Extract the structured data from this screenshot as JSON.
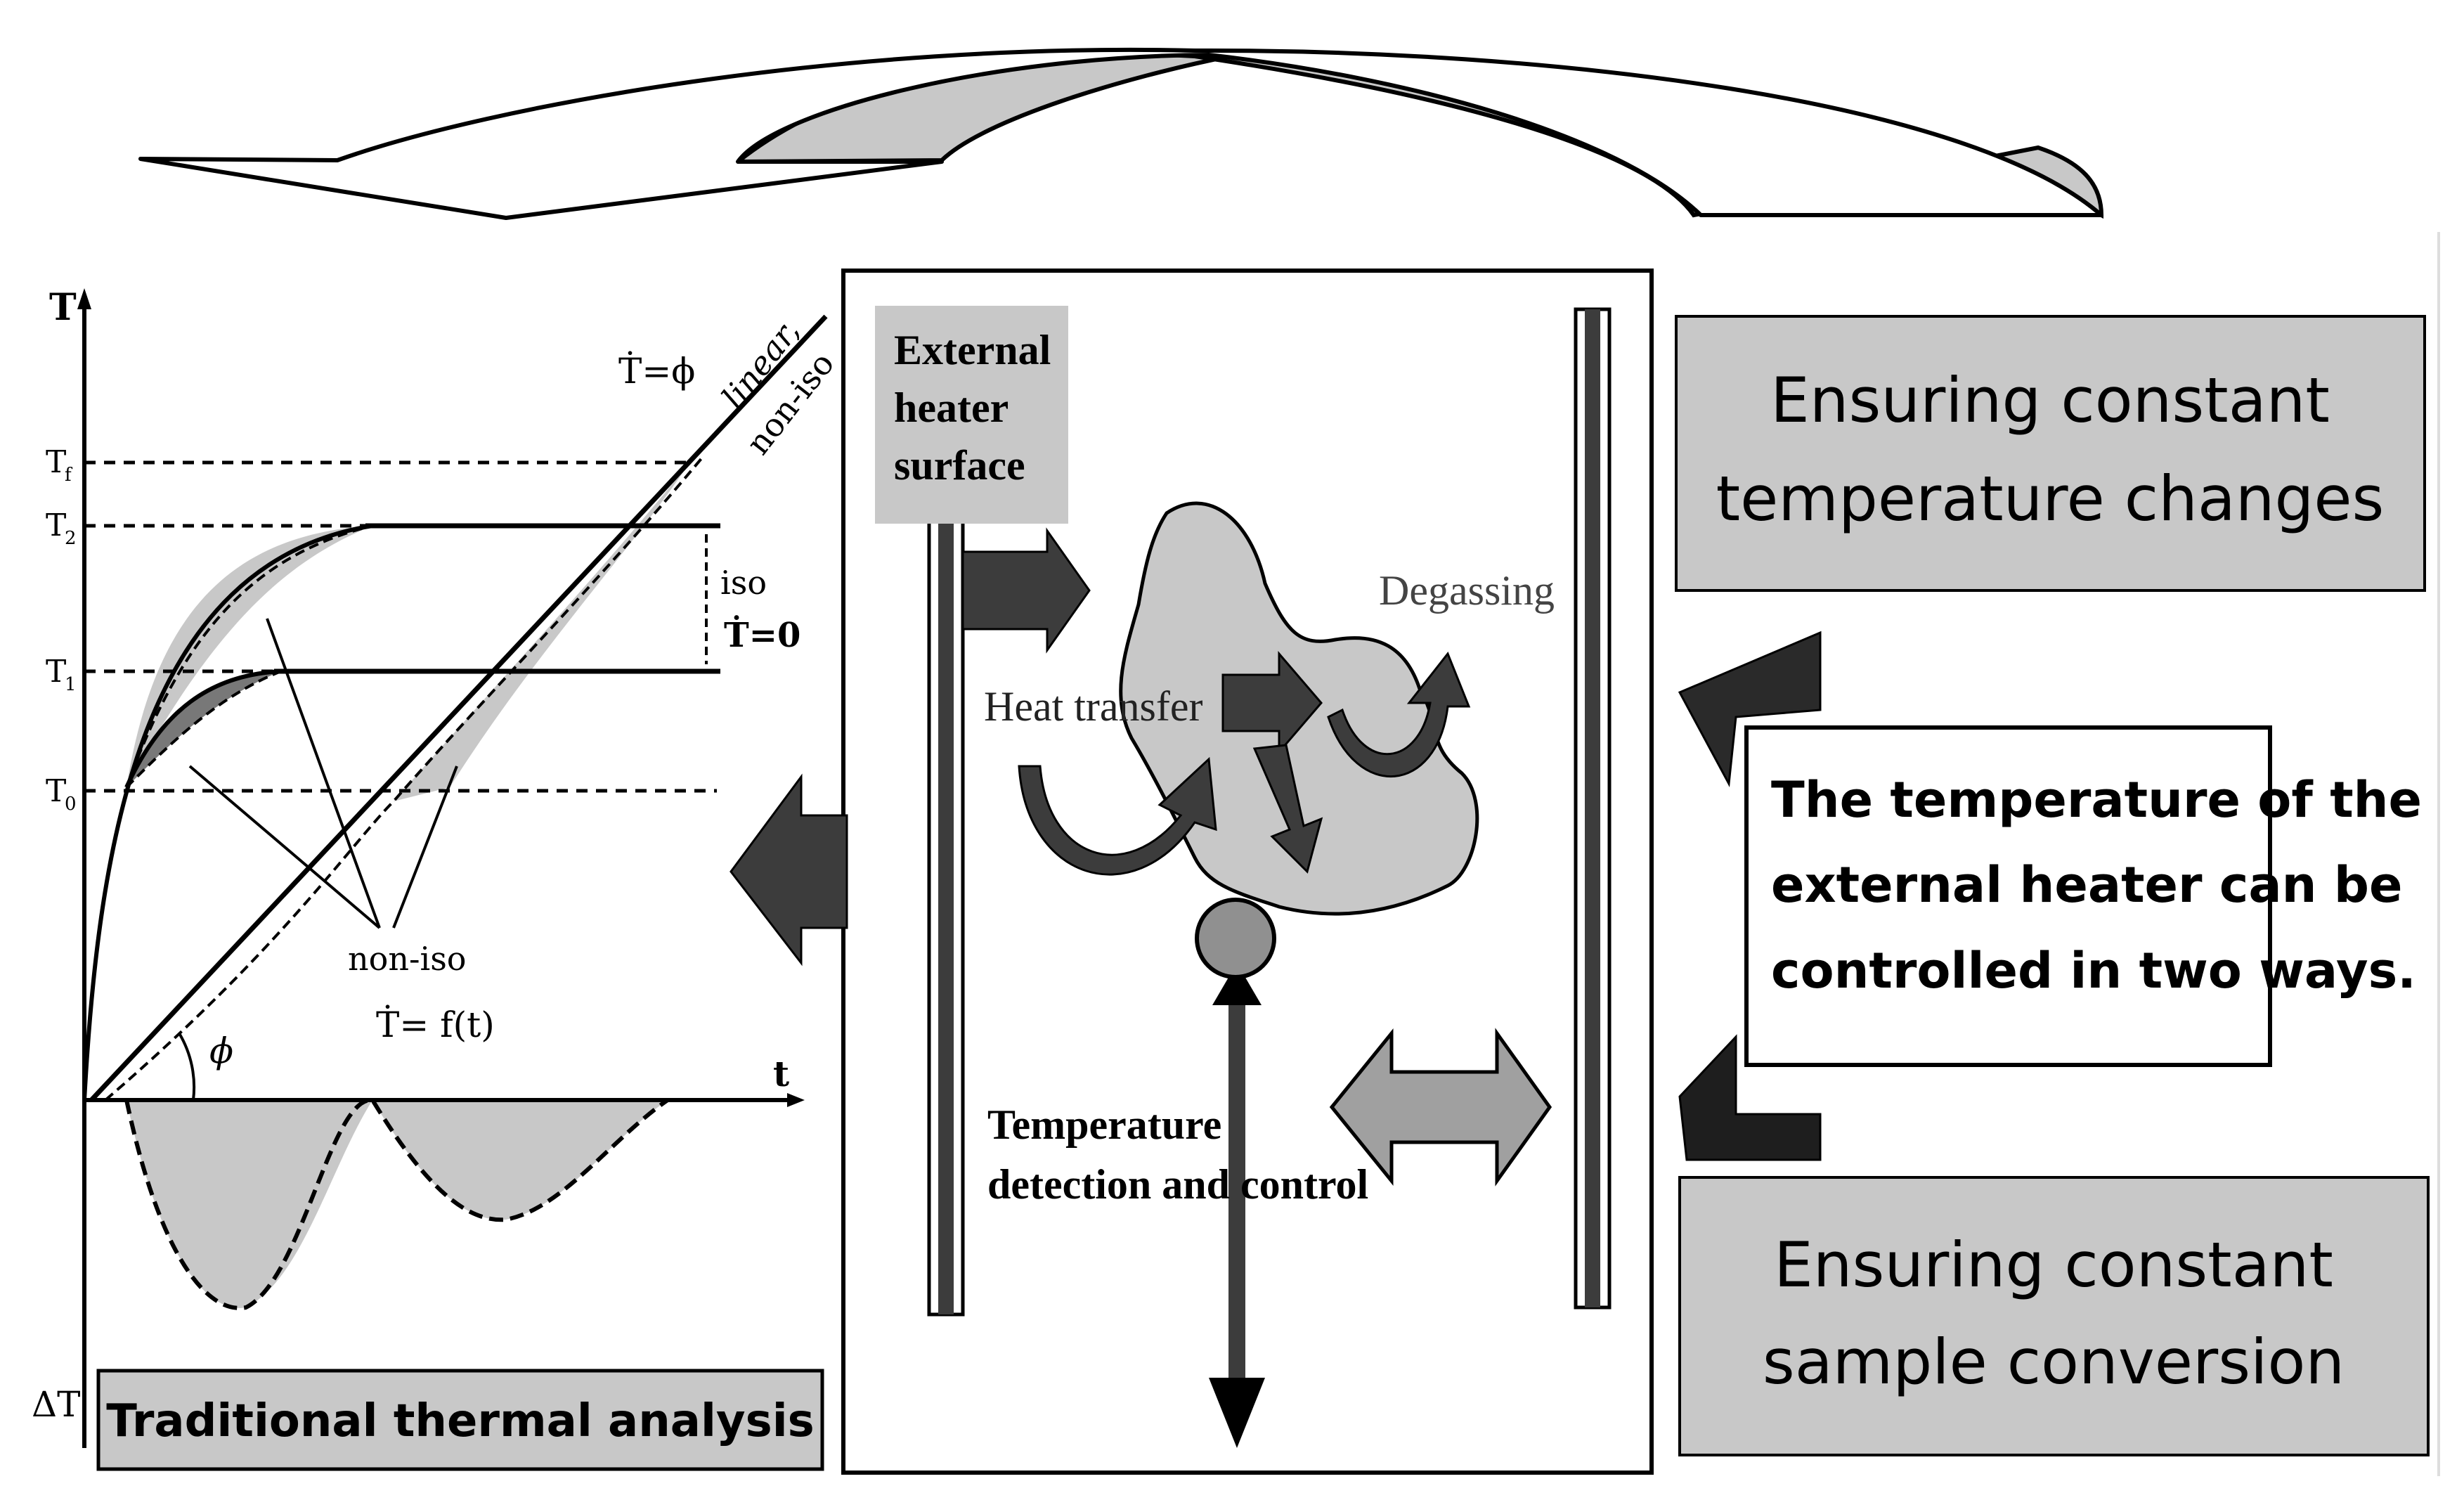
{
  "graph": {
    "axes": {
      "y_top": "T",
      "x_right": "t",
      "y_bottom": "ΔT"
    },
    "levels": {
      "tf": "T",
      "tf_sub": "f",
      "t2": "T",
      "t2_sub": "2",
      "t1": "T",
      "t1_sub": "1",
      "t0": "T",
      "t0_sub": "0"
    },
    "labels": {
      "rate_const": "Ṫ=ϕ",
      "linear": "linear,",
      "non_iso_line": "non-iso",
      "iso": "iso",
      "iso_rate": "Ṫ=0",
      "non_iso": "non-iso",
      "rate_func": "Ṫ= f(t)",
      "phi": "ϕ"
    },
    "caption": "Traditional thermal analysis"
  },
  "center": {
    "heater_label_1": "External",
    "heater_label_2": "heater",
    "heater_label_3": "surface",
    "degassing": "Degassing",
    "heat_transfer": "Heat transfer",
    "temp_detect_1": "Temperature",
    "temp_detect_2": "detection and control"
  },
  "right": {
    "box_top_line1": "Ensuring constant",
    "box_top_line2": "temperature changes",
    "note_line1": "The temperature of the",
    "note_line2": "external heater can be",
    "note_line3": "controlled in two ways.",
    "box_bottom_line1": "Ensuring constant",
    "box_bottom_line2": "sample conversion"
  },
  "colors": {
    "gray_fill": "#c8c8c8",
    "dark_arrow": "#3c3c3c",
    "line": "#000000"
  }
}
